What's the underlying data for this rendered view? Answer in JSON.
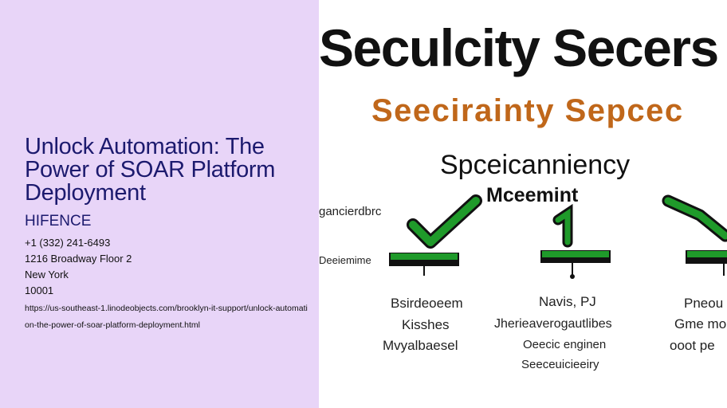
{
  "article": {
    "title": "Unlock Automation: The Power of SOAR Platform Deployment",
    "company": "HIFENCE",
    "phone": "+1 (332) 241-6493",
    "address": "1216 Broadway Floor 2",
    "city": "New York",
    "zip": "10001",
    "url": "https://us-southeast-1.linodeobjects.com/brooklyn-it-support/unlock-automation-the-power-of-soar-platform-deployment.html"
  },
  "image": {
    "heading1": "Seculcity Secers",
    "heading2": "Seecirainty Sepcec",
    "heading3a": "Spceicanniency",
    "heading3b": "Mceemint",
    "side_label1": "gancierdbrc",
    "side_label2": "Deeiemime",
    "col1": [
      "Bsirdeoeem",
      "Kisshes",
      "Mvyalbaesel"
    ],
    "col2": [
      "Navis, PJ",
      "Jherieaverogautlibes",
      "Oeecic enginen",
      "Seeceuicieeiry"
    ],
    "col3": [
      "Pneou",
      "Gme mo",
      "ooot pe"
    ],
    "colors": {
      "check_green": "#1f9a2a",
      "heading_orange": "#c0671a",
      "text_black": "#111111",
      "panel_purple": "#e8d5f8",
      "title_navy": "#1c1a6e"
    }
  }
}
